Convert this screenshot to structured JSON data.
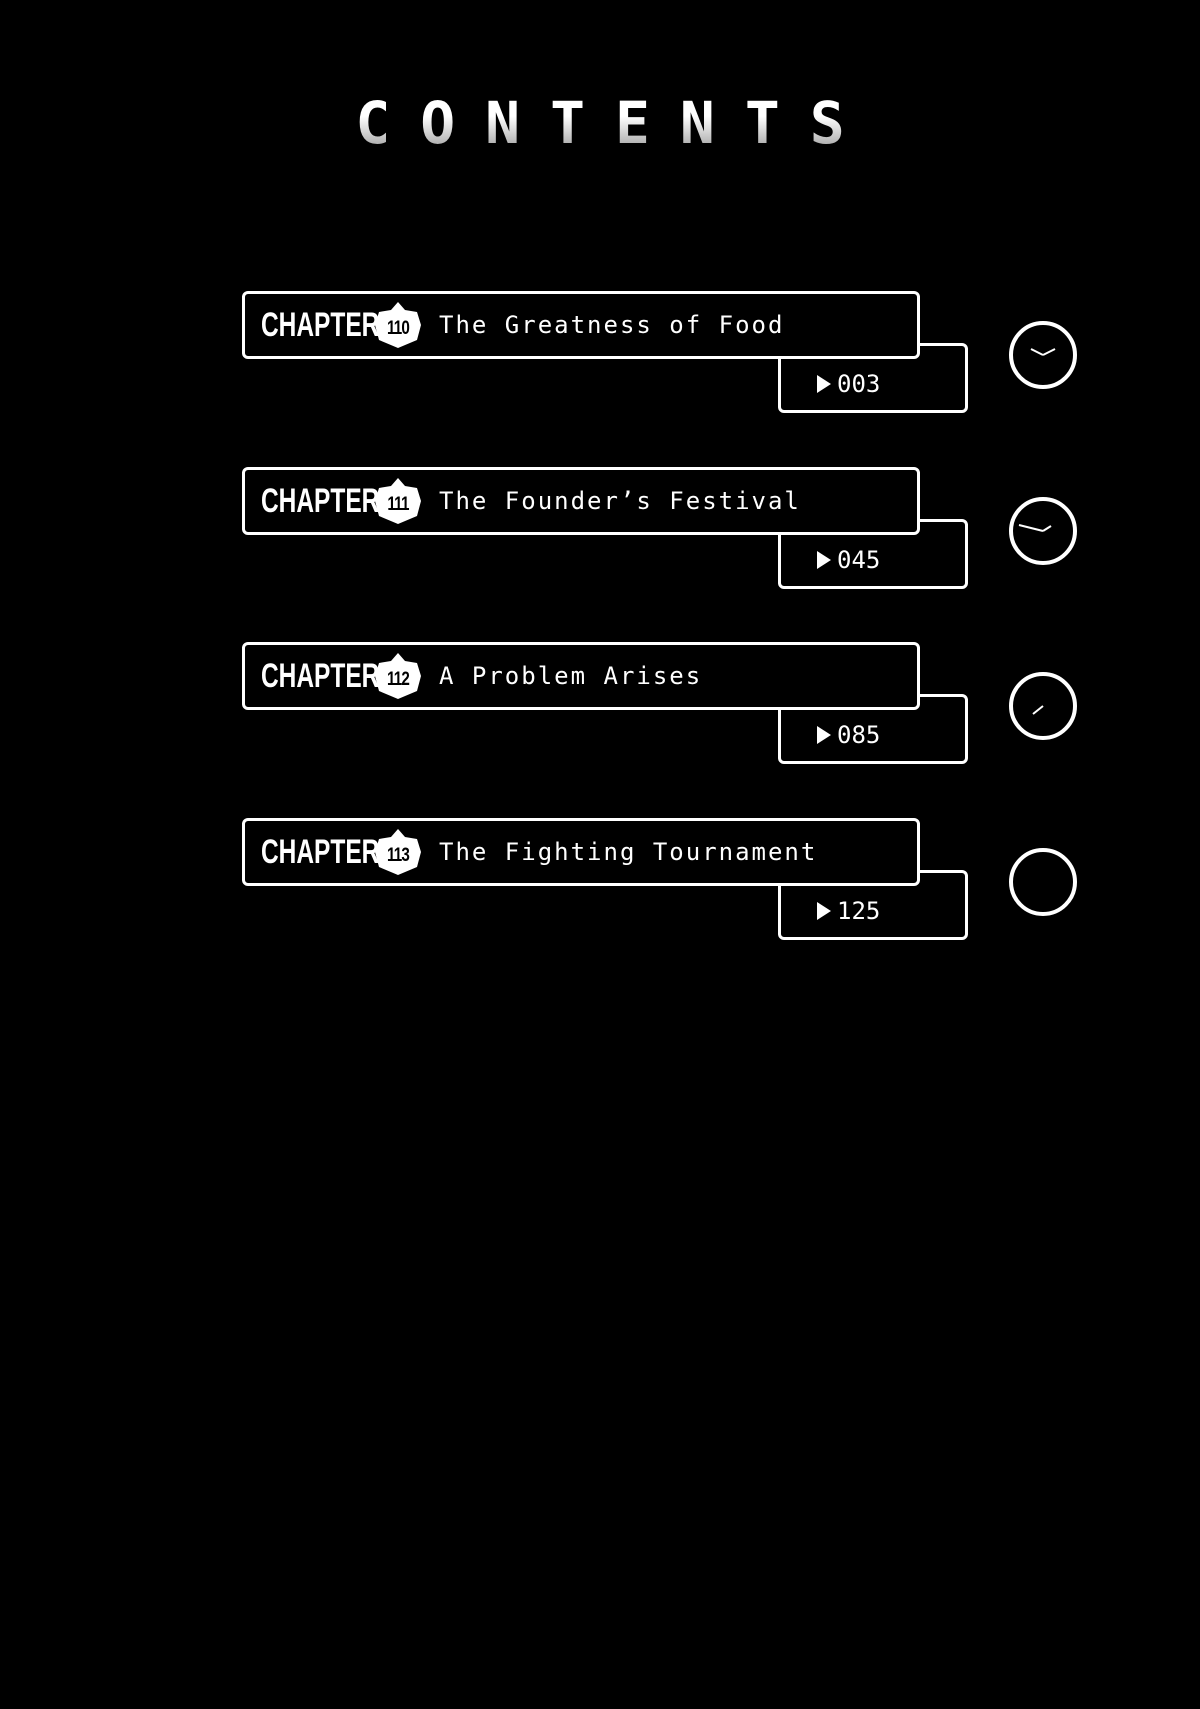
{
  "header": {
    "title": "CONTENTS"
  },
  "chapters": [
    {
      "chapter_label": "CHAPTER",
      "number": "110",
      "title": "The Greatness of Food",
      "page": "003",
      "clock_icon": "clock-icon"
    },
    {
      "chapter_label": "CHAPTER",
      "number": "111",
      "title": "The Founder’s Festival",
      "page": "045",
      "clock_icon": "clock-icon"
    },
    {
      "chapter_label": "CHAPTER",
      "number": "112",
      "title": "A Problem Arises",
      "page": "085",
      "clock_icon": "clock-icon"
    },
    {
      "chapter_label": "CHAPTER",
      "number": "113",
      "title": "The Fighting Tournament",
      "page": "125",
      "clock_icon": "clock-icon"
    }
  ],
  "colors": {
    "background": "#000000",
    "foreground": "#ffffff"
  }
}
